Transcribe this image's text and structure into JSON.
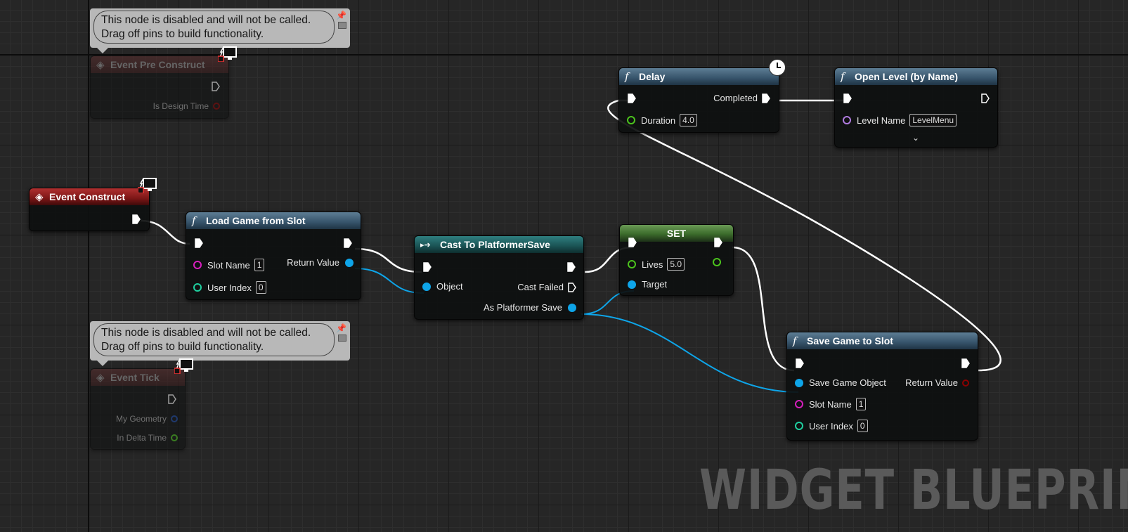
{
  "comments": [
    {
      "line1": "This node is disabled and will not be called.",
      "line2": "Drag off pins to build functionality."
    },
    {
      "line1": "This node is disabled and will not be called.",
      "line2": "Drag off pins to build functionality."
    }
  ],
  "nodes": {
    "event_pre_construct": {
      "title": "Event Pre Construct",
      "pin_is_design_time": "Is Design Time"
    },
    "event_construct": {
      "title": "Event Construct"
    },
    "event_tick": {
      "title": "Event Tick",
      "pin_my_geometry": "My Geometry",
      "pin_in_delta_time": "In Delta Time"
    },
    "load_game": {
      "title": "Load Game from Slot",
      "pin_slot_name": "Slot Name",
      "slot_name_value": "1",
      "pin_user_index": "User Index",
      "user_index_value": "0",
      "pin_return_value": "Return Value"
    },
    "cast": {
      "title": "Cast To PlatformerSave",
      "pin_object": "Object",
      "pin_cast_failed": "Cast Failed",
      "pin_as_platformer_save": "As Platformer Save"
    },
    "set": {
      "title": "SET",
      "pin_lives": "Lives",
      "lives_value": "5.0",
      "pin_target": "Target"
    },
    "delay": {
      "title": "Delay",
      "pin_completed": "Completed",
      "pin_duration": "Duration",
      "duration_value": "4.0"
    },
    "open_level": {
      "title": "Open Level (by Name)",
      "pin_level_name": "Level Name",
      "level_name_value": "LevelMenu"
    },
    "save_game": {
      "title": "Save Game to Slot",
      "pin_save_game_object": "Save Game Object",
      "pin_return_value": "Return Value",
      "pin_slot_name": "Slot Name",
      "slot_name_value": "1",
      "pin_user_index": "User Index",
      "user_index_value": "0"
    }
  },
  "watermark": "WIDGET BLUEPRIN",
  "colors": {
    "exec": "#ffffff",
    "object_pin": "#0ea5e9",
    "float_pin": "#4cc41d",
    "string_pin": "#d61fbd",
    "int_pin": "#1fd0a0",
    "name_pin": "#b07be0",
    "bool_pin": "#8a0000"
  }
}
